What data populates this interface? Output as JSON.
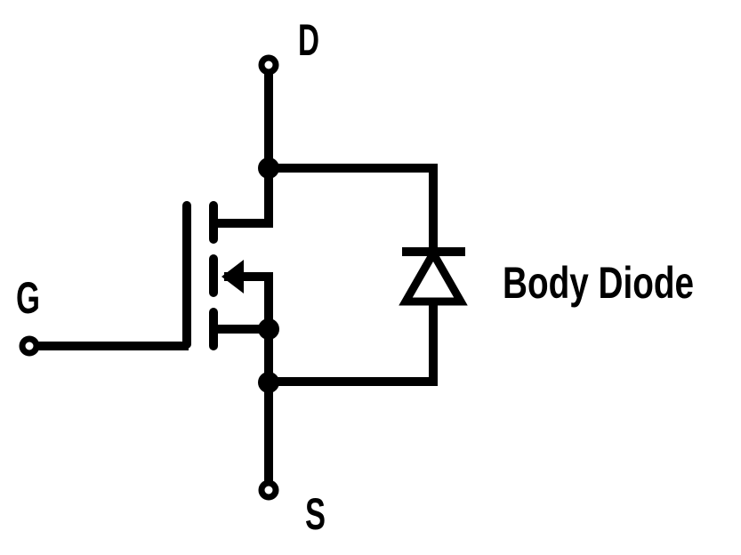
{
  "figure": {
    "kind": "mosfet-body-diode-schematic"
  },
  "colors": {
    "line": "#000000",
    "background": "#ffffff"
  },
  "labels": {
    "drain": "D",
    "gate": "G",
    "source": "S",
    "annotation": "Body Diode"
  }
}
